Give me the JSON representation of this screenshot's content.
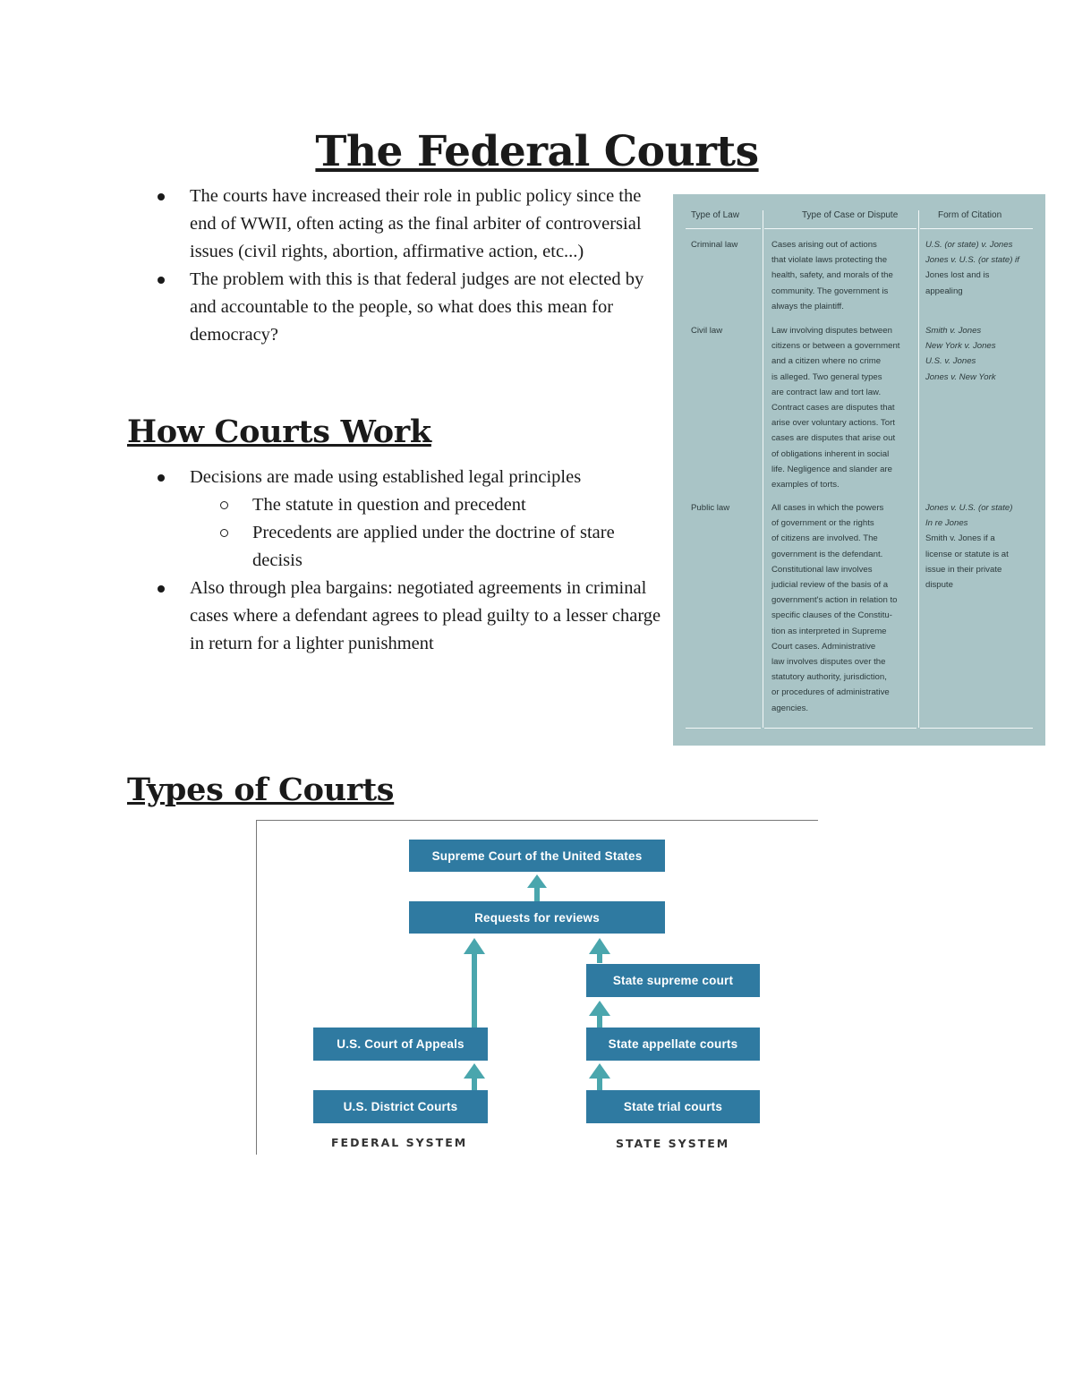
{
  "title": "The Federal Courts",
  "intro_bullets": [
    "The courts have increased their role in public policy since the end of WWII, often acting as the final arbiter of controversial issues (civil rights, abortion, affirmative action, etc...)",
    "The problem with this is that federal judges are not elected by and accountable to the people, so what does this mean for democracy?"
  ],
  "how_courts_work": {
    "heading": "How Courts Work",
    "bullet1": "Decisions are made using established legal principles",
    "sub1": "The statute in question and precedent",
    "sub2": "Precedents are applied under the doctrine of stare decisis",
    "bullet2": "Also through plea bargains: negotiated agreements in criminal cases where a defendant agrees to plead guilty to a lesser charge in return for a lighter punishment"
  },
  "law_table": {
    "headers": [
      "Type of Law",
      "Type of Case or Dispute",
      "Form of Citation"
    ],
    "rows": [
      {
        "type": "Criminal law",
        "case": [
          "Cases arising out of actions",
          "that violate laws protecting the",
          "health, safety, and morals of the",
          "community. The government is",
          "always the plaintiff."
        ],
        "citation": [
          "U.S. (or state) v. Jones",
          "Jones v. U.S. (or state) if",
          "Jones lost and is",
          "appealing"
        ]
      },
      {
        "type": "Civil law",
        "case": [
          "Law involving disputes between",
          "citizens or between a government",
          "and a citizen where no crime",
          "is alleged. Two general types",
          "are contract law and tort law.",
          "Contract cases are disputes that",
          "arise over voluntary actions. Tort",
          "cases are disputes that arise out",
          "of obligations inherent in social",
          "life. Negligence and slander are",
          "examples of torts."
        ],
        "citation": [
          "Smith v. Jones",
          "New York v. Jones",
          "U.S. v. Jones",
          "Jones v. New York"
        ]
      },
      {
        "type": "Public law",
        "case": [
          "All cases in which the powers",
          "of government or the rights",
          "of citizens are involved. The",
          "government is the defendant.",
          "Constitutional law involves",
          "judicial review of the basis of a",
          "government's action in relation to",
          "specific clauses of the Constitu-",
          "tion as interpreted in Supreme",
          "Court cases. Administrative",
          "law involves disputes over the",
          "statutory authority, jurisdiction,",
          "or procedures of administrative",
          "agencies."
        ],
        "citation": [
          "Jones v. U.S. (or state)",
          "In re Jones",
          "Smith v. Jones if a",
          "license or statute is at",
          "issue in their private",
          "dispute"
        ]
      }
    ]
  },
  "types_of_courts": {
    "heading": "Types of Courts",
    "diagram": {
      "supreme": "Supreme Court of the United States",
      "requests": "Requests for reviews",
      "state_supreme": "State supreme court",
      "us_appeals": "U.S. Court of Appeals",
      "state_appellate": "State appellate courts",
      "us_district": "U.S. District Courts",
      "state_trial": "State trial courts",
      "federal_label": "FEDERAL SYSTEM",
      "state_label": "STATE SYSTEM"
    }
  },
  "colors": {
    "box_blue": "#2f7aa1",
    "arrow_teal": "#4aa6ad",
    "table_bg": "#a9c4c6"
  }
}
